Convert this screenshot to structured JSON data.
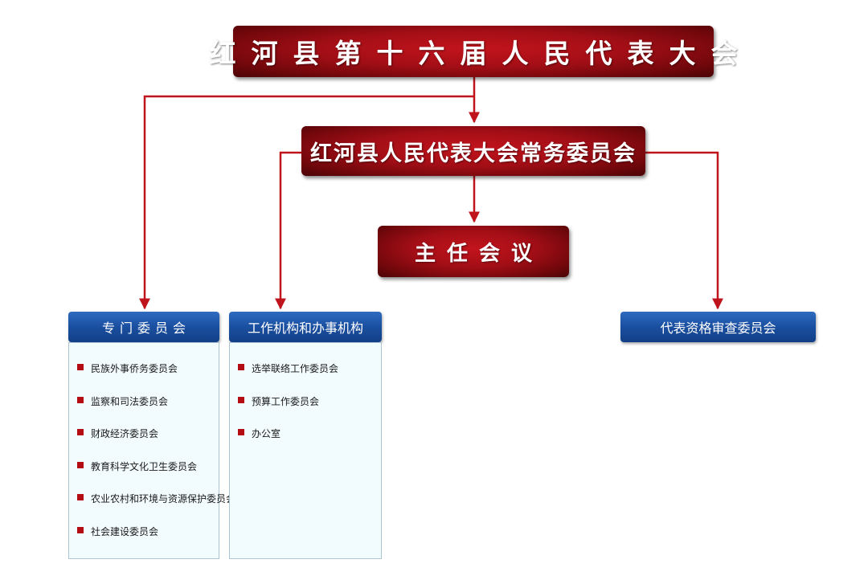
{
  "colors": {
    "red": "#a30e16",
    "dark_red": "#4a0406",
    "blue": "#1a4fa0",
    "connector": "#c0141c",
    "panel_bg": "#f2fbfd",
    "bullet": "#b40c14"
  },
  "nodes": {
    "congress": "红河县第十六届人民代表大会",
    "standing_committee": "红河县人民代表大会常务委员会",
    "directors_meeting": "主任会议",
    "special_committees": {
      "title": "专门委员会",
      "items": [
        "民族外事侨务委员会",
        "监察和司法委员会",
        "财政经济委员会",
        "教育科学文化卫生委员会",
        "农业农村和环境与资源保护委员会",
        "社会建设委员会"
      ]
    },
    "working_bodies": {
      "title": "工作机构和办事机构",
      "items": [
        "选举联络工作委员会",
        "预算工作委员会",
        "办公室"
      ]
    },
    "credentials_committee": "代表资格审查委员会"
  },
  "edges": [
    {
      "from": "congress",
      "to": "standing_committee"
    },
    {
      "from": "congress",
      "to": "special_committees"
    },
    {
      "from": "standing_committee",
      "to": "directors_meeting"
    },
    {
      "from": "standing_committee",
      "to": "working_bodies"
    },
    {
      "from": "standing_committee",
      "to": "credentials_committee"
    }
  ]
}
